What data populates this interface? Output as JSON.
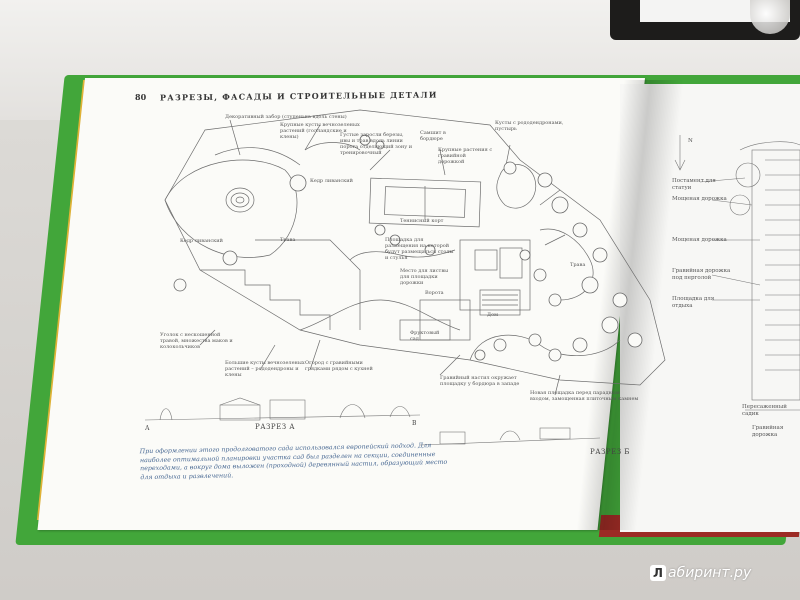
{
  "photo": {
    "page_number": "80",
    "header": "РАЗРЕЗЫ, ФАСАДЫ И СТРОИТЕЛЬНЫЕ ДЕТАЛИ",
    "plan_labels": {
      "hedge_top": "Декоративный забор (ступенька вдоль стены)",
      "shrubs_top": "Крупные кусты вечнозеленых растений (голландские и клены)",
      "shrubs_dense": "Густые заросли березы, ивы и трав вдоль линии порога отделяющий зону и тренировочный",
      "cedar": "Кедр ливанский",
      "cedar_left": "Кедр ливанский",
      "tennis": "Теннисный корт",
      "lawn": "Трава",
      "rose_left": "Самшит в бордюре",
      "hedge_right": "Крупные растения с гравийной дорожкой",
      "rhodo": "Кусты с рододендронами, пустырь",
      "path_mid": "Площадка для размещения на которой будут размещаться столы и стулья",
      "gravel_path": "Место для листвы для площадки дорожки",
      "gate": "Ворота",
      "house": "Дом",
      "fruit": "Фруктовый сад",
      "nook": "Уголок с нескошенной травой, множества маков и колокольчиков",
      "big_shrub": "Большие кусты вечнозеленых растений – рододендроны и клены",
      "hedge_rose": "Огород с гравийными грядками рядом с кухней",
      "terrace": "Гравийный настил окружает площадку у бордюра в западе",
      "new_path": "Новая площадка перед парадным входом, замощенная плиточным камнем",
      "right_lawn": "Трава"
    },
    "section_a": "РАЗРЕЗ А",
    "section_b": "РАЗРЕЗ Б",
    "letter_a": "А",
    "letter_b": "В",
    "caption": "При оформлении этого продолговатого сада использовался европейский подход. Для наиболее оптимальной планировки участка сад был разделен на секции, соединенные переходами, а вокруг дома выложен (проходной) деревянный настил, образующий место для отдыха и развлечений.",
    "right_page_labels": [
      "Постамент для статуи",
      "Мощеная дорожка",
      "Мощеная дорожка",
      "Гравийная дорожка под перголой",
      "Площадка для отдыха",
      "Пересаженный садик",
      "Гравийная дорожка"
    ],
    "north": "N",
    "watermark_letter": "Л",
    "watermark_text": "абиринт.ру"
  }
}
